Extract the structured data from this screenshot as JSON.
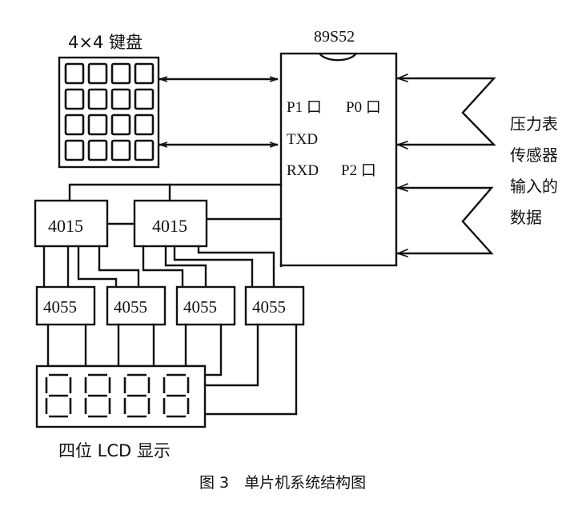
{
  "diagram": {
    "keyboard": {
      "label": "4×4 键盘",
      "rows": 4,
      "cols": 4
    },
    "mcu": {
      "label": "89S52",
      "pins": {
        "p1": "P1 口",
        "p0": "P0 口",
        "txd": "TXD",
        "rxd": "RXD",
        "p2": "P2 口"
      }
    },
    "shift_registers": [
      {
        "label": "4015"
      },
      {
        "label": "4015"
      }
    ],
    "decoders": [
      {
        "label": "4055"
      },
      {
        "label": "4055"
      },
      {
        "label": "4055"
      },
      {
        "label": "4055"
      }
    ],
    "display": {
      "label": "四位 LCD 显示",
      "digits": 4
    },
    "sensor_input": {
      "lines": [
        "压力表",
        "传感器",
        "输入的",
        "数据"
      ]
    },
    "caption": "图 3　单片机系统结构图"
  }
}
